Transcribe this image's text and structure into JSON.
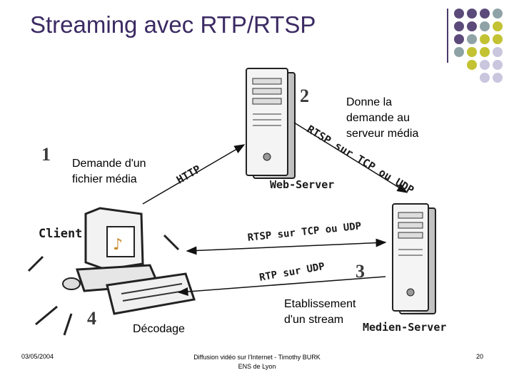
{
  "slide": {
    "title": "Streaming avec RTP/RTSP",
    "accent_colors": {
      "purple": "#5b4a7a",
      "olive": "#c3c233",
      "teal": "#8fa3a6",
      "lavender": "#c9c6de"
    }
  },
  "diagram": {
    "step_numbers": {
      "step1": "1",
      "step2": "2",
      "step3": "3",
      "step4": "4"
    },
    "labels": {
      "request": "Demande d'un fichier média",
      "give": "Donne la demande au serveur média",
      "stream": "Etablissement d'un stream",
      "decode": "Décodage"
    },
    "devices": {
      "client": "Client",
      "web_server": "Web-Server",
      "media_server": "Medien-Server"
    },
    "arrow_labels": {
      "http": "HTTP",
      "rtsp_tcp_udp_1": "RTSP sur TCP ou UDP",
      "rtsp_tcp_udp_2": "RTSP sur TCP ou UDP",
      "rtp_udp": "RTP sur UDP"
    }
  },
  "footer": {
    "date": "03/05/2004",
    "author_line1": "Diffusion vidéo sur l'Internet - Timothy BURK",
    "author_line2": "ENS de Lyon",
    "page": "20"
  }
}
